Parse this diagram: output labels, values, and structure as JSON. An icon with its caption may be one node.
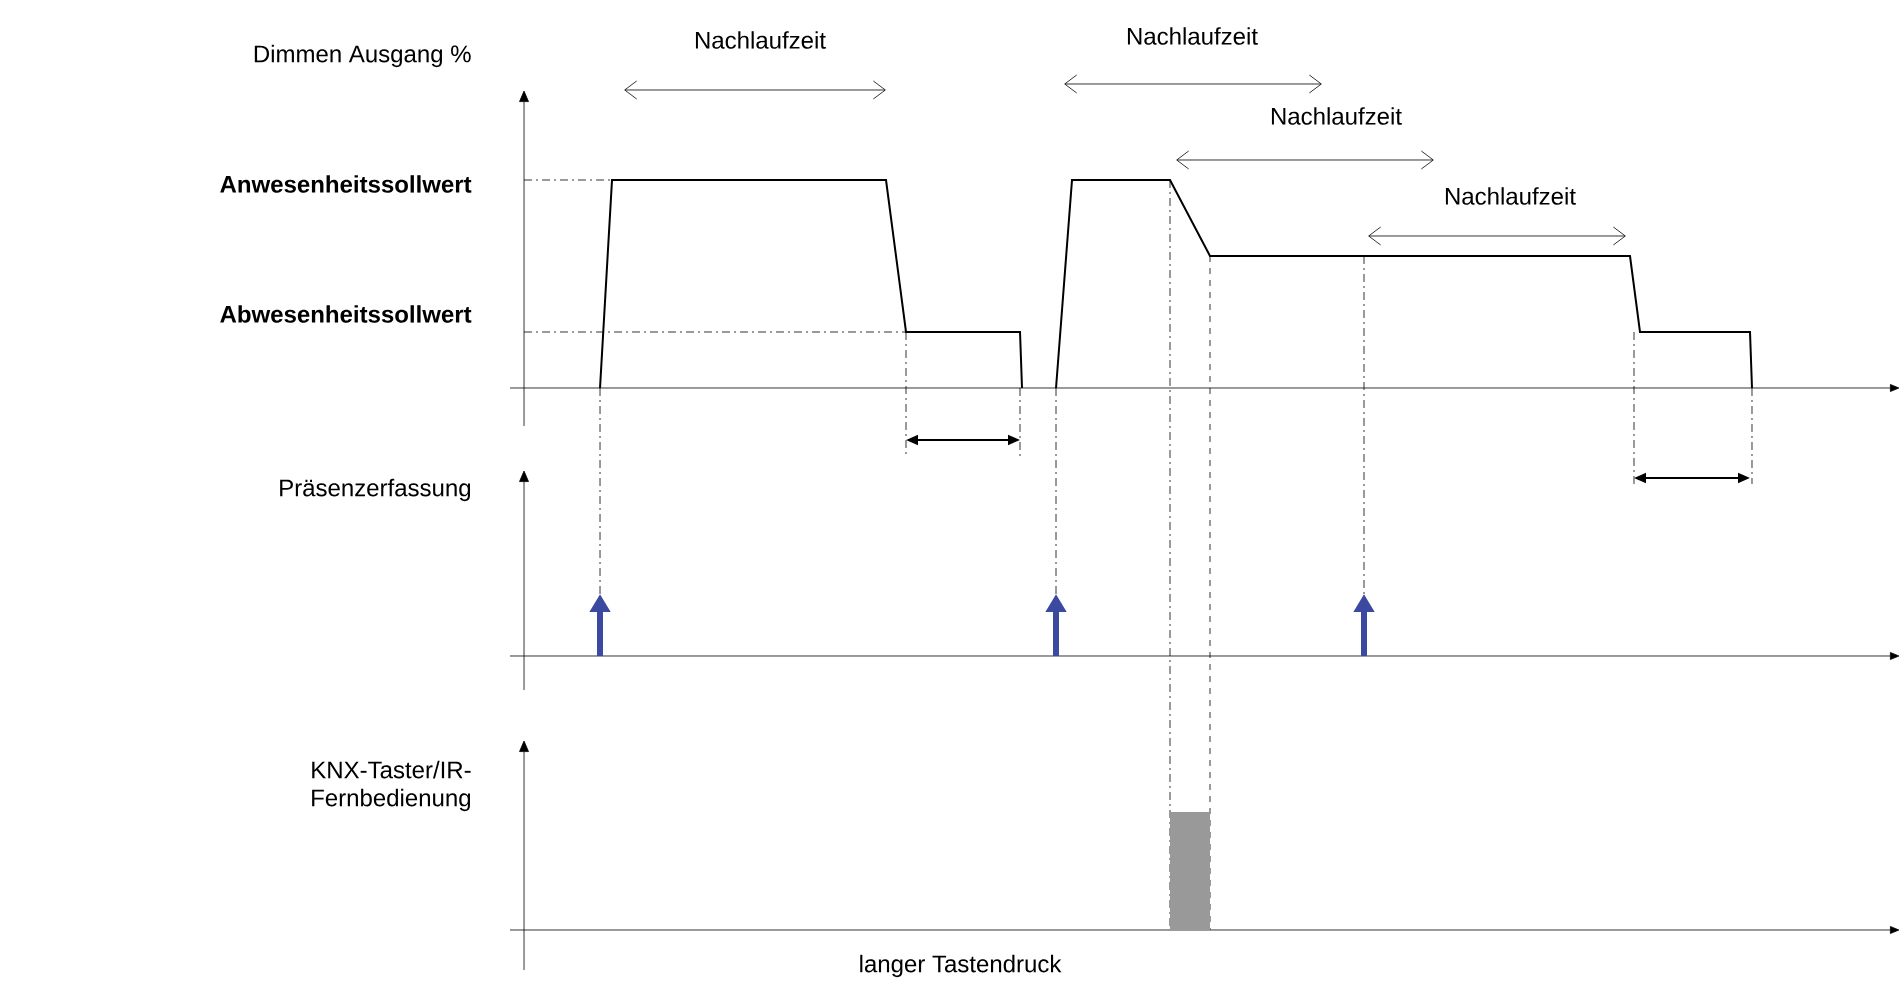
{
  "diagram": {
    "labels": [
      "Dimmen Ausgang %",
      "Nachlaufzeit",
      "Nachlaufzeit",
      "Nachlaufzeit",
      "Anwesenheitssollwert",
      "Nachlaufzeit",
      "Abwesenheitssollwert",
      "Präsenzerfassung",
      "KNX-Taster/IR-Fernbedienung",
      "langer Tastendruck"
    ]
  }
}
